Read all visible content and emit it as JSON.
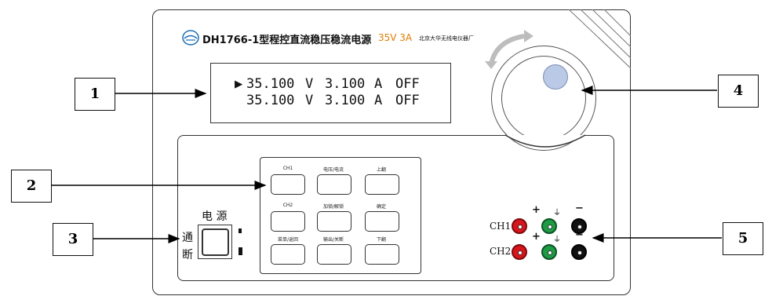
{
  "brand": {
    "title": "DH1766-1型程控直流稳压稳流电源",
    "rating": "35V 3A",
    "maker": "北京大华无线电仪器厂"
  },
  "display": {
    "rows": [
      {
        "marker": "▶",
        "voltage": "35.100",
        "v_unit": "V",
        "current": "3.100",
        "a_unit": "A",
        "state": "OFF"
      },
      {
        "marker": "",
        "voltage": "35.100",
        "v_unit": "V",
        "current": "3.100",
        "a_unit": "A",
        "state": "OFF"
      }
    ]
  },
  "keys": [
    {
      "label": "CH1"
    },
    {
      "label": "电压/电流"
    },
    {
      "label": "上翻"
    },
    {
      "label": "CH2"
    },
    {
      "label": "加锁/解锁"
    },
    {
      "label": "确定"
    },
    {
      "label": "菜单/返回"
    },
    {
      "label": "输出/关断"
    },
    {
      "label": "下翻"
    }
  ],
  "power": {
    "title": "电 源",
    "on": "通",
    "off": "断"
  },
  "outputs": {
    "ch1": "CH1",
    "ch2": "CH2",
    "plus": "+",
    "minus": "−",
    "ground": "⏚"
  },
  "callouts": [
    "1",
    "2",
    "3",
    "4",
    "5"
  ],
  "colors": {
    "red_jack": "#d8141c",
    "green_jack": "#1f9a45",
    "black_jack": "#111111",
    "rating": "#e07b00",
    "knob_cap": "#b9c9e6"
  }
}
